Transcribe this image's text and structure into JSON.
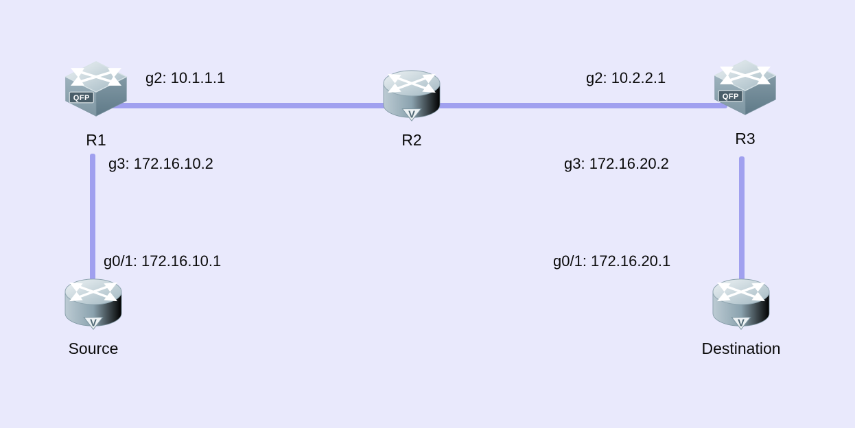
{
  "colors": {
    "background": "#E9E9FC",
    "link": "#A0A0EF",
    "icon_body": "#8AA2AE",
    "badge_plate": "#4A5E69"
  },
  "nodes": [
    {
      "id": "R1",
      "label": "R1",
      "type": "qfp-router",
      "badge": "QFP"
    },
    {
      "id": "R2",
      "label": "R2",
      "type": "virtual-router",
      "badge": "V"
    },
    {
      "id": "R3",
      "label": "R3",
      "type": "qfp-router",
      "badge": "QFP"
    },
    {
      "id": "Source",
      "label": "Source",
      "type": "virtual-router",
      "badge": "V"
    },
    {
      "id": "Destination",
      "label": "Destination",
      "type": "virtual-router",
      "badge": "V"
    }
  ],
  "interfaces": [
    {
      "text": "g2: 10.1.1.1",
      "near": "R1"
    },
    {
      "text": "g2: 10.2.2.1",
      "near": "R3"
    },
    {
      "text": "g3: 172.16.10.2",
      "near": "R1"
    },
    {
      "text": "g3: 172.16.20.2",
      "near": "R3"
    },
    {
      "text": "g0/1: 172.16.10.1",
      "near": "Source"
    },
    {
      "text": "g0/1: 172.16.20.1",
      "near": "Destination"
    }
  ],
  "links": [
    {
      "from": "R1",
      "to": "R2"
    },
    {
      "from": "R2",
      "to": "R3"
    },
    {
      "from": "R1",
      "to": "Source"
    },
    {
      "from": "R3",
      "to": "Destination"
    }
  ]
}
